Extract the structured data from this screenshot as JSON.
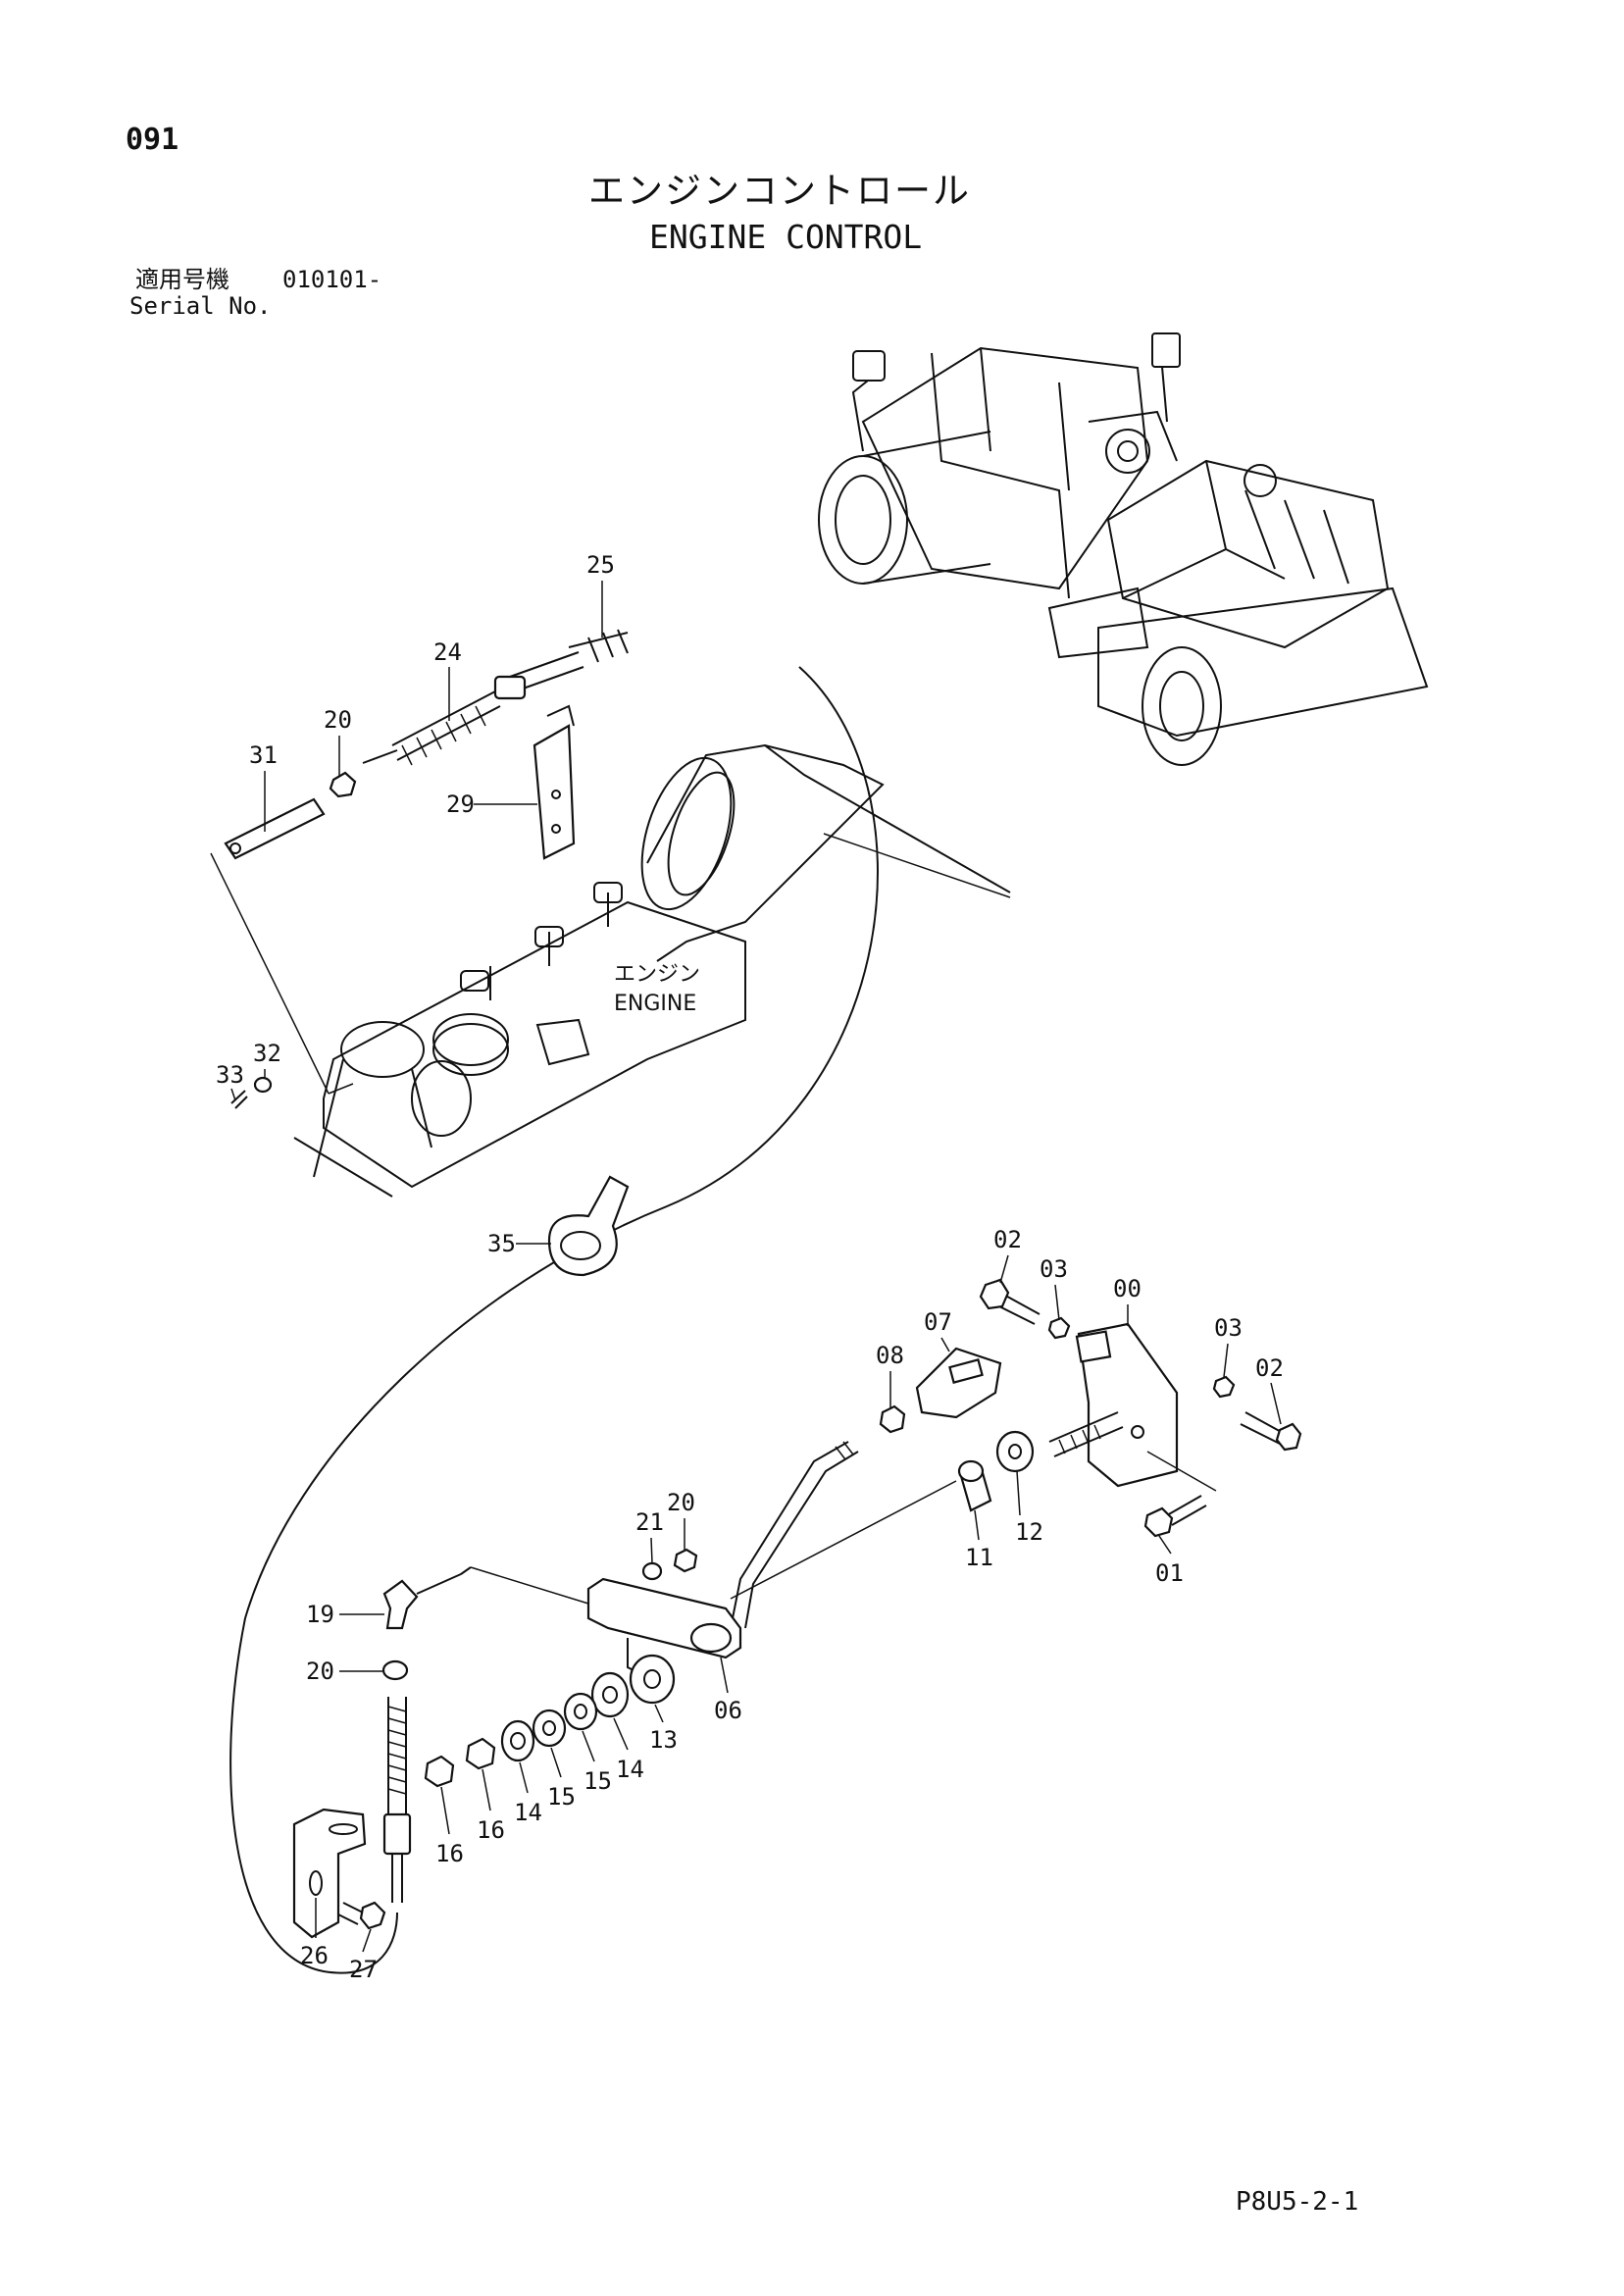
{
  "page_number": "091",
  "title_jp": "エンジンコントロール",
  "title_en": "ENGINE CONTROL",
  "serial": {
    "label_jp": "適用号機",
    "label_en": "Serial No.",
    "value": "010101-"
  },
  "footer_code": "P8U5-2-1",
  "engine_label": {
    "jp": "エンジン",
    "en": "ENGINE"
  },
  "callouts": [
    "25",
    "24",
    "20",
    "31",
    "29",
    "33",
    "32",
    "35",
    "02",
    "03",
    "00",
    "07",
    "08",
    "03",
    "02",
    "21",
    "20",
    "12",
    "11",
    "01",
    "19",
    "20",
    "06",
    "13",
    "14",
    "15",
    "15",
    "14",
    "16",
    "16",
    "26",
    "27"
  ]
}
